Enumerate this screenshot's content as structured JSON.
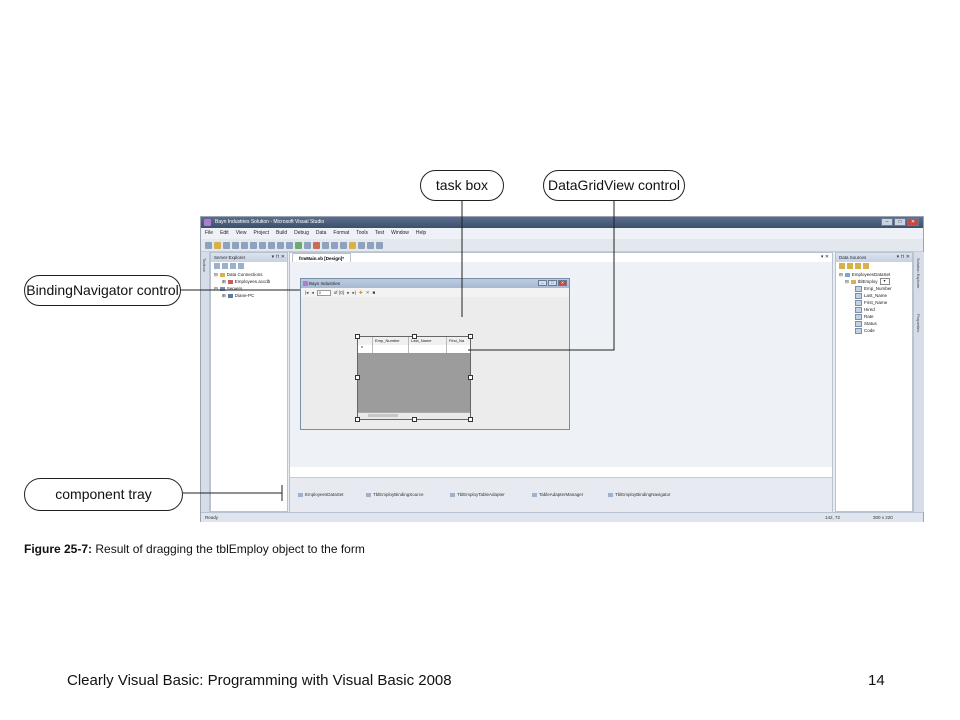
{
  "callouts": {
    "task_box": "task box",
    "datagridview": "DataGridView control",
    "binding_navigator": "BindingNavigator control",
    "component_tray": "component tray"
  },
  "vs": {
    "title": "Bayn Industries Solution - Microsoft Visual Studio",
    "menu": [
      "File",
      "Edit",
      "View",
      "Project",
      "Build",
      "Debug",
      "Data",
      "Format",
      "Tools",
      "Test",
      "Window",
      "Help"
    ],
    "server_explorer": {
      "title": "Server Explorer",
      "pin": "▾ ⊓ ✕",
      "items": [
        "Data Connections",
        "Employees.accdb",
        "Servers",
        "Diane-PC"
      ]
    },
    "document": {
      "tab": "frmMain.vb [Design]*",
      "tab_controls": "▾ ✕"
    },
    "form": {
      "title": "Bayn Industries",
      "nav": {
        "first": "|◂",
        "prev": "◂",
        "position": "0",
        "of": "of {0}",
        "next": "▸",
        "last": "▸|",
        "add": "✚",
        "delete": "✕",
        "save": "■"
      },
      "grid_columns": [
        "Emp_Number",
        "Last_Name",
        "First_Na"
      ],
      "grid_row_marker": "*"
    },
    "data_sources": {
      "title": "Data Sources",
      "pin": "▾ ⊓ ✕",
      "dataset": "EmployeesDataSet",
      "table": "tblEmploy",
      "fields": [
        "Emp_Number",
        "Last_Name",
        "First_Name",
        "Hired",
        "Rate",
        "Status",
        "Code"
      ]
    },
    "side_tabs": {
      "left": "Toolbox",
      "right_top": "Solution Explorer",
      "right_bottom": "Properties"
    },
    "tray": [
      "EmployeesDataSet",
      "TblEmployBindingSource",
      "TblEmployTableAdapter",
      "TableAdapterManager",
      "TblEmployBindingNavigator"
    ],
    "status": {
      "left": "Ready",
      "position": "142, 72",
      "size": "300 x 220"
    }
  },
  "caption": {
    "label": "Figure 25-7:",
    "text": " Result of dragging the tblEmploy object to the form"
  },
  "footer": {
    "title": "Clearly Visual Basic: Programming with Visual Basic 2008",
    "page": "14"
  }
}
